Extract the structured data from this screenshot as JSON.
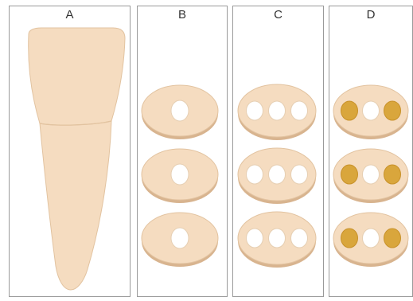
{
  "panels": [
    {
      "id": "A",
      "label": "A",
      "content": "tooth-longitudinal"
    },
    {
      "id": "B",
      "label": "B",
      "content": "cross-sections",
      "canals": [
        "empty"
      ]
    },
    {
      "id": "C",
      "label": "C",
      "content": "cross-sections",
      "canals": [
        "empty",
        "empty",
        "empty"
      ]
    },
    {
      "id": "D",
      "label": "D",
      "content": "cross-sections",
      "canals": [
        "filled",
        "empty",
        "filled"
      ]
    }
  ],
  "sections_per_panel": 3,
  "colors": {
    "tooth": "#f5dcc0",
    "tooth_edge": "#e2c3a0",
    "section_shadow": "#d8b48f",
    "canal_empty": "#ffffff",
    "canal_filled": "#d9a63c",
    "border": "#9a9a9a"
  }
}
